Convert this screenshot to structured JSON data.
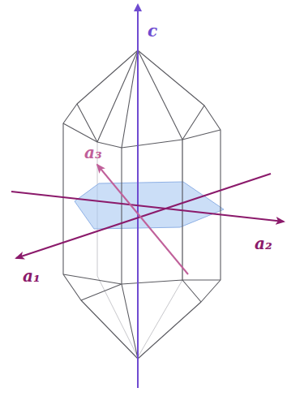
{
  "diagram": {
    "labels": [
      "c",
      "a₃",
      "a₂",
      "a₁"
    ]
  }
}
